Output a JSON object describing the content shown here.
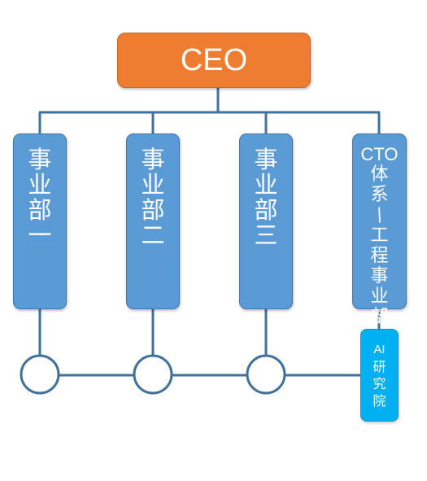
{
  "colors": {
    "ceo_fill": "#ef7d31",
    "dept_fill": "#5b9bd5",
    "ai_fill": "#00b0f0",
    "line": "#41719c"
  },
  "ceo": {
    "label": "CEO"
  },
  "departments": [
    {
      "label": "事业部一"
    },
    {
      "label": "事业部二"
    },
    {
      "label": "事业部三"
    },
    {
      "label": "CTO体系/工程事业部"
    }
  ],
  "ai_lab": {
    "label": "AI研究院"
  }
}
